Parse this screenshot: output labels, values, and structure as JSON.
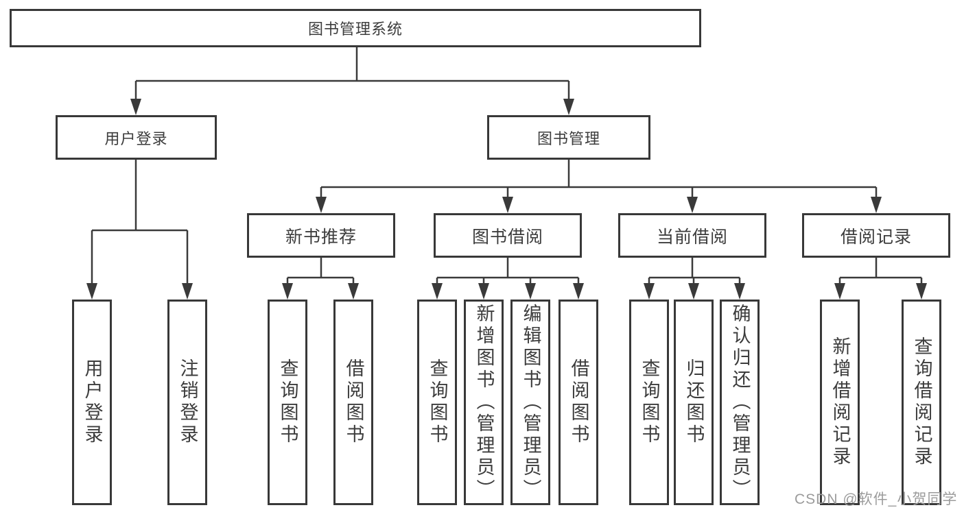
{
  "tree": {
    "label": "图书管理系统",
    "children": [
      {
        "label": "用户登录",
        "children": [
          {
            "label": "用户登录"
          },
          {
            "label": "注销登录"
          }
        ]
      },
      {
        "label": "图书管理",
        "children": [
          {
            "label": "新书推荐",
            "children": [
              {
                "label": "查询图书"
              },
              {
                "label": "借阅图书"
              }
            ]
          },
          {
            "label": "图书借阅",
            "children": [
              {
                "label": "查询图书"
              },
              {
                "label": "新增图书（管理员）"
              },
              {
                "label": "编辑图书（管理员）"
              },
              {
                "label": "借阅图书"
              }
            ]
          },
          {
            "label": "当前借阅",
            "children": [
              {
                "label": "查询图书"
              },
              {
                "label": "归还图书"
              },
              {
                "label": "确认归还（管理员）"
              }
            ]
          },
          {
            "label": "借阅记录",
            "children": [
              {
                "label": "新增借阅记录"
              },
              {
                "label": "查询借阅记录"
              }
            ]
          }
        ]
      }
    ]
  },
  "watermark": {
    "text": "CSDN @软件_小贺同学"
  },
  "colors": {
    "line": "#3a3a3a",
    "border": "#383838",
    "text": "#3c3c3c",
    "watermark": "#9b9b9b",
    "background": "#ffffff"
  }
}
